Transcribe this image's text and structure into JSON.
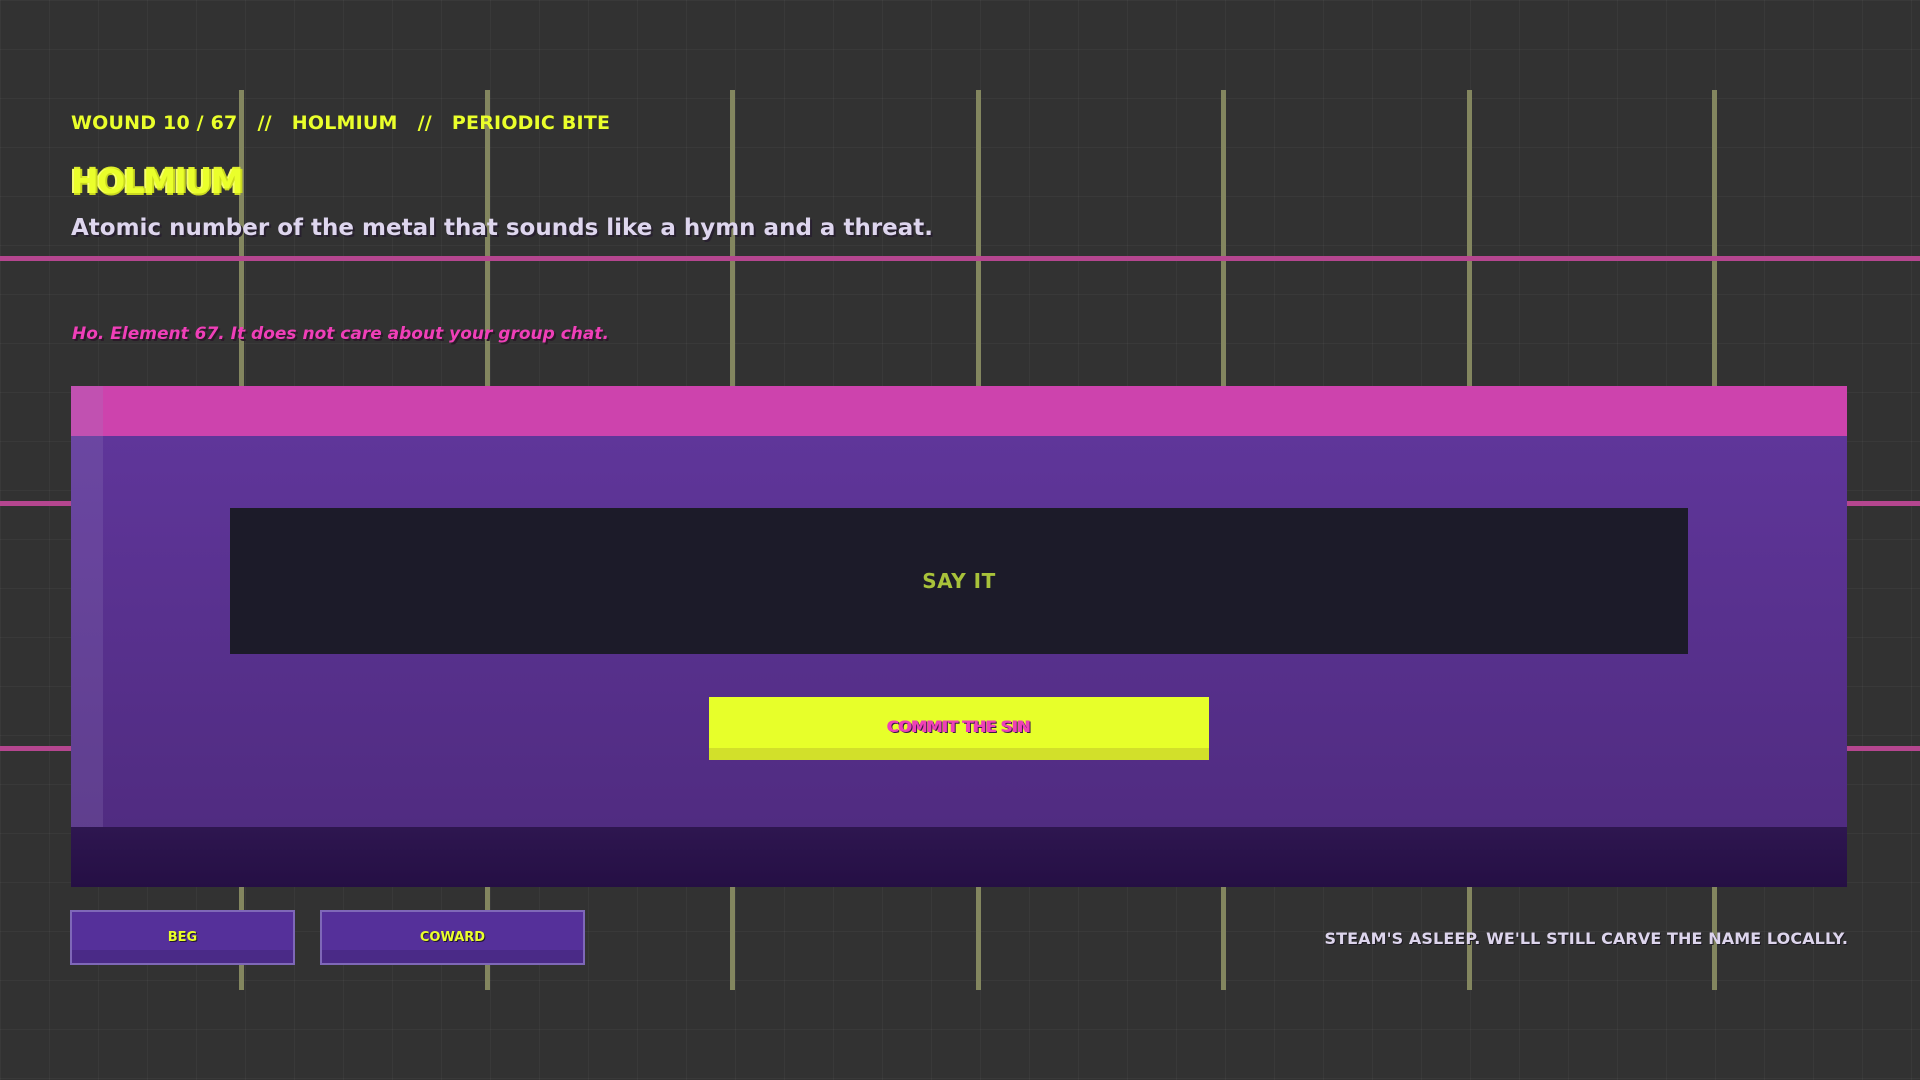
{
  "breadcrumb": {
    "wound": "WOUND 10 / 67",
    "separator": "//",
    "element": "HOLMIUM",
    "category": "PERIODIC BITE"
  },
  "title": "HOLMIUM",
  "question": "Atomic number of the metal that sounds like a hymn and a threat.",
  "hint": "Ho. Element 67. It does not care about your group chat.",
  "answer_input": {
    "placeholder": "SAY IT",
    "value": ""
  },
  "commit_button": "COMMIT THE SIN",
  "beg_button": "BEG",
  "coward_button": "COWARD",
  "status": "STEAM'S ASLEEP. WE'LL STILL CARVE THE NAME LOCALLY.",
  "colors": {
    "background": "#323232",
    "accent_yellow": "#eaff2b",
    "accent_pink": "#cd43ad",
    "panel_purple": "#61379d",
    "input_dark": "#1c1b29"
  }
}
